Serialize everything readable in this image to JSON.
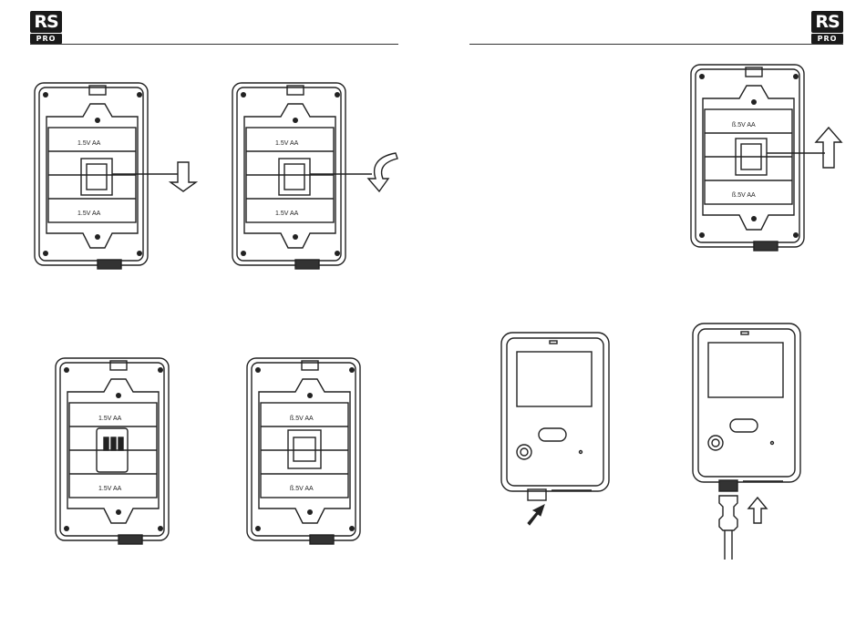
{
  "brand": {
    "logo_top": "RS",
    "logo_bottom": "PRO"
  },
  "battery_label": "1.5V AA",
  "battery_label_alt": "ß.5V AA",
  "colors": {
    "line": "#222222",
    "logo": "#1a1a1a",
    "fill": "#ffffff"
  },
  "figures": [
    {
      "id": "fig-1",
      "arrow": "down-arrow",
      "labels": [
        "1.5V AA",
        "1.5V AA"
      ]
    },
    {
      "id": "fig-2",
      "arrow": "curved-down-arrow",
      "labels": [
        "1.5V AA",
        "1.5V AA"
      ]
    },
    {
      "id": "fig-3",
      "arrow": "none",
      "labels": [
        "1.5V AA",
        "1.5V AA"
      ]
    },
    {
      "id": "fig-4",
      "arrow": "none",
      "labels": [
        "ß.5V AA",
        "ß.5V AA"
      ]
    },
    {
      "id": "fig-5",
      "arrow": "up-arrow",
      "labels": [
        "ß.5V AA",
        "ß.5V AA"
      ]
    },
    {
      "id": "fig-6",
      "arrow": "insert-arrow"
    },
    {
      "id": "fig-7",
      "arrow": "up-arrow"
    }
  ]
}
